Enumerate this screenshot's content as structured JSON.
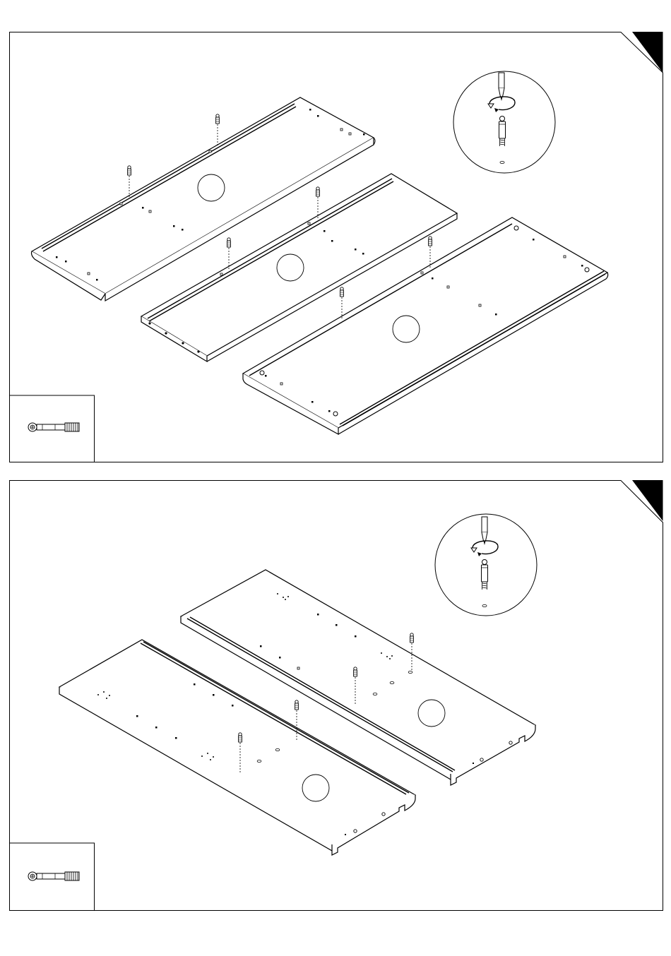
{
  "document": {
    "type": "assembly-instructions",
    "colors": {
      "line": "#000000",
      "paper": "#ffffff",
      "step_tab": "#000000"
    }
  },
  "steps": [
    {
      "id": "step-1",
      "step_number": "",
      "parts_box": {
        "icon": "cam-bolt-icon",
        "quantity_label": ""
      },
      "detail_circle": {
        "icons": [
          "screwdriver-icon",
          "rotate-arrow-icon",
          "cam-bolt-icon"
        ]
      },
      "panels": [
        {
          "name": "panel-a",
          "label": "",
          "bolt_count": 2
        },
        {
          "name": "panel-b",
          "label": "",
          "bolt_count": 2
        },
        {
          "name": "panel-c",
          "label": "",
          "bolt_count": 2
        }
      ]
    },
    {
      "id": "step-2",
      "step_number": "",
      "parts_box": {
        "icon": "cam-bolt-icon",
        "quantity_label": ""
      },
      "detail_circle": {
        "icons": [
          "screwdriver-icon",
          "rotate-arrow-icon",
          "cam-bolt-icon"
        ]
      },
      "panels": [
        {
          "name": "panel-d",
          "label": "",
          "bolt_count": 2
        },
        {
          "name": "panel-e",
          "label": "",
          "bolt_count": 2
        }
      ]
    }
  ]
}
